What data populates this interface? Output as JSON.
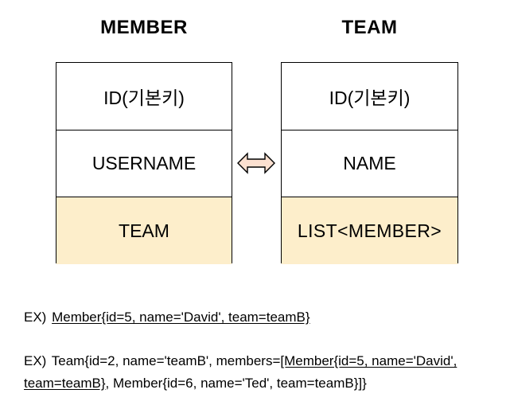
{
  "diagram": {
    "entities": [
      {
        "name": "member-entity",
        "title": "MEMBER",
        "fields": [
          {
            "label": "ID(기본키)",
            "highlight": false
          },
          {
            "label": "USERNAME",
            "highlight": false
          },
          {
            "label": "TEAM",
            "highlight": true
          }
        ]
      },
      {
        "name": "team-entity",
        "title": "TEAM",
        "fields": [
          {
            "label": "ID(기본키)",
            "highlight": false
          },
          {
            "label": "NAME",
            "highlight": false
          },
          {
            "label": "LIST<MEMBER>",
            "highlight": true
          }
        ]
      }
    ],
    "relationship": {
      "icon": "double-headed-arrow-icon",
      "fill_color": "#fbe0d0",
      "stroke_color": "#000000"
    },
    "highlight_color": "#fdeecb",
    "border_color": "#000000"
  },
  "examples": [
    {
      "prefix": "EX)",
      "underlined": "Member{id=5, name='David', team=teamB}",
      "plain_tail": ""
    },
    {
      "prefix": "EX)",
      "plain_head": "Team{id=2, name='teamB', members=",
      "underlined_part1": "[Member{id=5, name='David',",
      "underlined_part2": "team=teamB}",
      "plain_tail": ", Member{id=6, name='Ted', team=teamB}]}"
    }
  ]
}
